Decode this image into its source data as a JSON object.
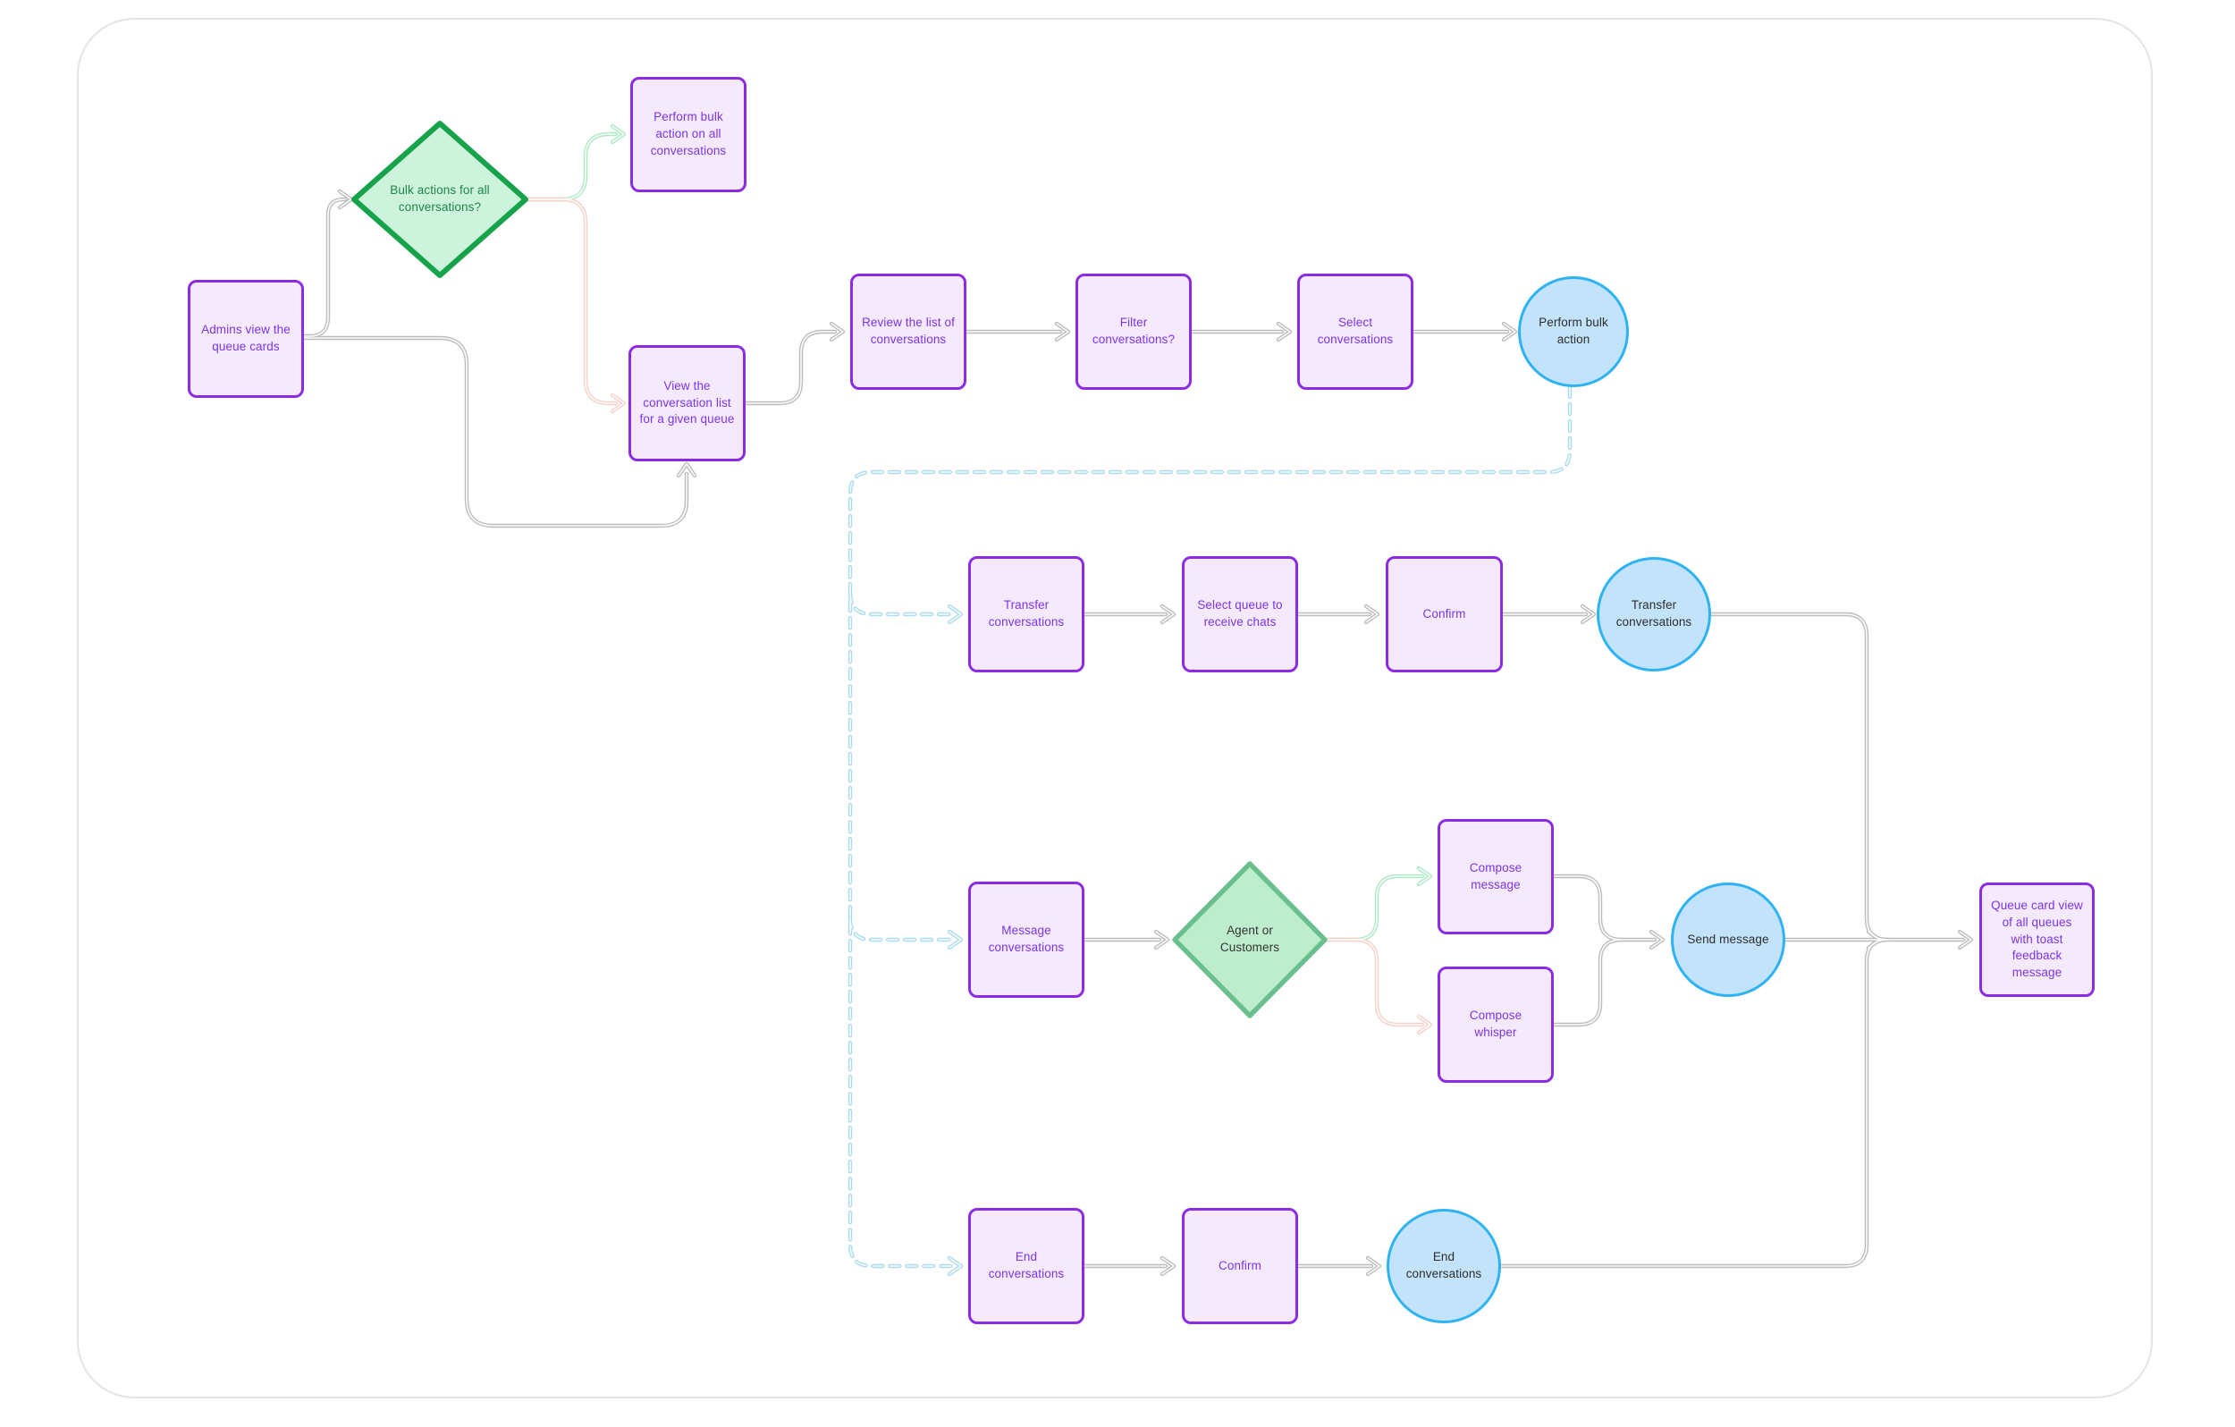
{
  "diagram": {
    "nodes": {
      "admins": {
        "label": "Admins view the queue cards",
        "shape": "rect",
        "color": "purple"
      },
      "bulk_actions_decision": {
        "label": "Bulk actions for all conversations?",
        "shape": "diamond",
        "color": "green"
      },
      "perform_bulk_all": {
        "label": "Perform bulk action on all conversations",
        "shape": "rect",
        "color": "purple"
      },
      "view_conversation_list": {
        "label": "View the conversation list for a given queue",
        "shape": "rect",
        "color": "purple"
      },
      "review_list": {
        "label": "Review the list of conversations",
        "shape": "rect",
        "color": "purple"
      },
      "filter_conversations": {
        "label": "Filter conversations?",
        "shape": "rect",
        "color": "purple"
      },
      "select_conversations": {
        "label": "Select conversations",
        "shape": "rect",
        "color": "purple"
      },
      "perform_bulk_action": {
        "label": "Perform bulk action",
        "shape": "circle",
        "color": "blue"
      },
      "transfer_conversations": {
        "label": "Transfer conversations",
        "shape": "rect",
        "color": "purple"
      },
      "select_queue": {
        "label": "Select queue to receive chats",
        "shape": "rect",
        "color": "purple"
      },
      "confirm_transfer": {
        "label": "Confirm",
        "shape": "rect",
        "color": "purple"
      },
      "transfer_done": {
        "label": "Transfer conversations",
        "shape": "circle",
        "color": "blue"
      },
      "message_conversations": {
        "label": "Message conversations",
        "shape": "rect",
        "color": "purple"
      },
      "agent_or_customers": {
        "label": "Agent or Customers",
        "shape": "diamond",
        "color": "green"
      },
      "compose_message": {
        "label": "Compose message",
        "shape": "rect",
        "color": "purple"
      },
      "compose_whisper": {
        "label": "Compose whisper",
        "shape": "rect",
        "color": "purple"
      },
      "send_message": {
        "label": "Send message",
        "shape": "circle",
        "color": "blue"
      },
      "end_conversations": {
        "label": "End conversations",
        "shape": "rect",
        "color": "purple"
      },
      "confirm_end": {
        "label": "Confirm",
        "shape": "rect",
        "color": "purple"
      },
      "end_done": {
        "label": "End conversations",
        "shape": "circle",
        "color": "blue"
      },
      "queue_card_view": {
        "label": "Queue card view of all queues with toast feedback message",
        "shape": "rect",
        "color": "purple"
      }
    },
    "edges": [
      {
        "from": "admins",
        "to": "bulk_actions_decision",
        "style": "gray"
      },
      {
        "from": "admins",
        "to": "view_conversation_list",
        "style": "gray"
      },
      {
        "from": "bulk_actions_decision",
        "to": "perform_bulk_all",
        "style": "green"
      },
      {
        "from": "bulk_actions_decision",
        "to": "view_conversation_list",
        "style": "pink"
      },
      {
        "from": "view_conversation_list",
        "to": "review_list",
        "style": "gray"
      },
      {
        "from": "review_list",
        "to": "filter_conversations",
        "style": "gray"
      },
      {
        "from": "filter_conversations",
        "to": "select_conversations",
        "style": "gray"
      },
      {
        "from": "select_conversations",
        "to": "perform_bulk_action",
        "style": "gray"
      },
      {
        "from": "perform_bulk_action",
        "to": "transfer_conversations",
        "style": "dashed-blue"
      },
      {
        "from": "perform_bulk_action",
        "to": "message_conversations",
        "style": "dashed-blue"
      },
      {
        "from": "perform_bulk_action",
        "to": "end_conversations",
        "style": "dashed-blue"
      },
      {
        "from": "transfer_conversations",
        "to": "select_queue",
        "style": "gray"
      },
      {
        "from": "select_queue",
        "to": "confirm_transfer",
        "style": "gray"
      },
      {
        "from": "confirm_transfer",
        "to": "transfer_done",
        "style": "gray"
      },
      {
        "from": "transfer_done",
        "to": "queue_card_view",
        "style": "gray"
      },
      {
        "from": "message_conversations",
        "to": "agent_or_customers",
        "style": "gray"
      },
      {
        "from": "agent_or_customers",
        "to": "compose_message",
        "style": "green"
      },
      {
        "from": "agent_or_customers",
        "to": "compose_whisper",
        "style": "pink"
      },
      {
        "from": "compose_message",
        "to": "send_message",
        "style": "gray"
      },
      {
        "from": "compose_whisper",
        "to": "send_message",
        "style": "gray"
      },
      {
        "from": "send_message",
        "to": "queue_card_view",
        "style": "gray"
      },
      {
        "from": "end_conversations",
        "to": "confirm_end",
        "style": "gray"
      },
      {
        "from": "confirm_end",
        "to": "end_done",
        "style": "gray"
      },
      {
        "from": "end_done",
        "to": "queue_card_view",
        "style": "gray"
      }
    ],
    "colors": {
      "process_border": "#8b2be2",
      "process_fill": "#f4e9fd",
      "process_text": "#7c35e6",
      "decision_border_strong": "#16a34a",
      "decision_border_soft": "#69c08d",
      "decision_fill_strong": "#cef3dd",
      "decision_fill_soft": "#bdedcd",
      "decision_text_green": "#1d8549",
      "decision_text_dark": "#333333",
      "terminal_border": "#2eb3f2",
      "terminal_fill": "#c2e3f9",
      "terminal_text": "#2e2e2e",
      "edge_gray": "#bdbdbd",
      "edge_green": "#aceac6",
      "edge_pink": "#f6d0ca",
      "edge_dashed_blue": "#aadcee",
      "frame_border": "#e4e4e7"
    }
  }
}
